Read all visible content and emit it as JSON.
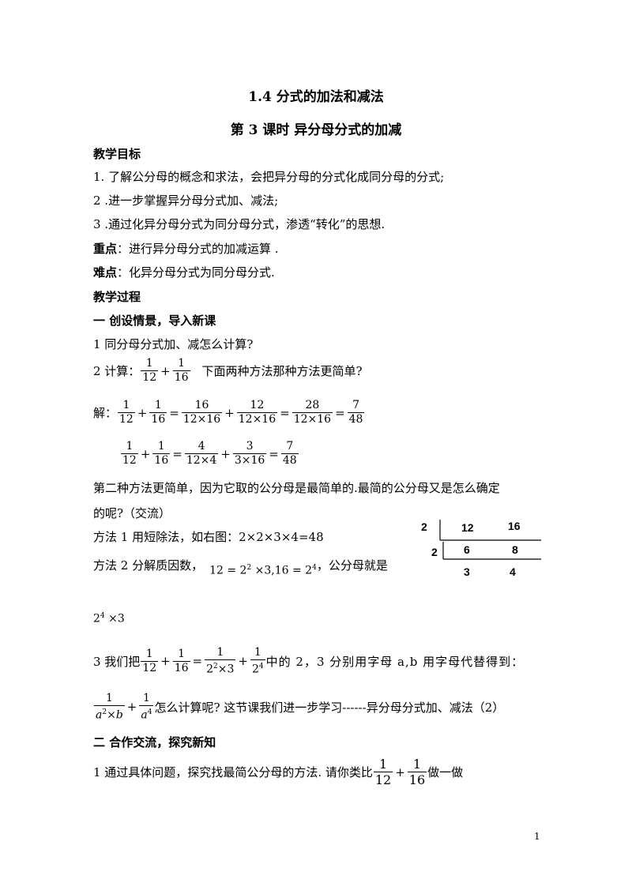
{
  "title": "1.4  分式的加法和减法",
  "subtitle": "第 3 课时  异分母分式的加减",
  "goals_heading": "教学目标",
  "goals": [
    "1. 了解公分母的概念和求法，会把异分母的分式化成同分母的分式;",
    "2 .进一步掌握异分母分式加、减法;",
    "3 .通过化异分母分式为同分母分式，渗透“转化”的思想."
  ],
  "key_label": "重点",
  "key_text": "：进行异分母分式的加减运算 .",
  "hard_label": "难点",
  "hard_text": "：化异分母分式为同分母分式.",
  "process_heading": "教学过程",
  "section1_heading": "一 创设情景，导入新课",
  "q1": "1 同分母分式加、减怎么计算?",
  "q2_prefix": "2 计算：",
  "q2_suffix": "下面两种方法那种方法更简单?",
  "solution_label": "解：",
  "num1": "1",
  "den12": "12",
  "den16": "16",
  "eq1": {
    "n2": "16",
    "d2": "12×16",
    "n3": "12",
    "d3": "12×16",
    "n4": "28",
    "d4": "12×16",
    "n5": "7",
    "d5": "48"
  },
  "eq2": {
    "n2": "4",
    "d2": "12×4",
    "n3": "3",
    "d3": "3×16",
    "n4": "7",
    "d4": "48"
  },
  "para_simpler": "第二种方法更简单，因为它取的公分母是最简单的.最简的公分母又是怎么确定",
  "para_simpler_2": "的呢?（交流）",
  "method1": "方法 1 用短除法，如右图：2×2×3×4=48",
  "method2_prefix": "方法 2 分解质因数，",
  "method2_suffix": "，公分母就是",
  "result_denominator": "2⁴×3",
  "item3_prefix": "3 我们把",
  "item3_suffix": "中的 2，3 分别用字母 a,b 用字母代替得到：",
  "item3_cont": "怎么计算呢? 这节课我们进一步学习------异分母分式加、减法（2）",
  "section2_heading": "二 合作交流，探究新知",
  "s2_item1_prefix": "1 通过具体问题，探究找最简公分母的方法.   请你类比",
  "s2_item1_suffix": "做一做",
  "short_division": {
    "row1": [
      "2",
      "12",
      "16"
    ],
    "row2": [
      "2",
      "6",
      "8"
    ],
    "row3": [
      "3",
      "4"
    ]
  },
  "page_number": "1"
}
